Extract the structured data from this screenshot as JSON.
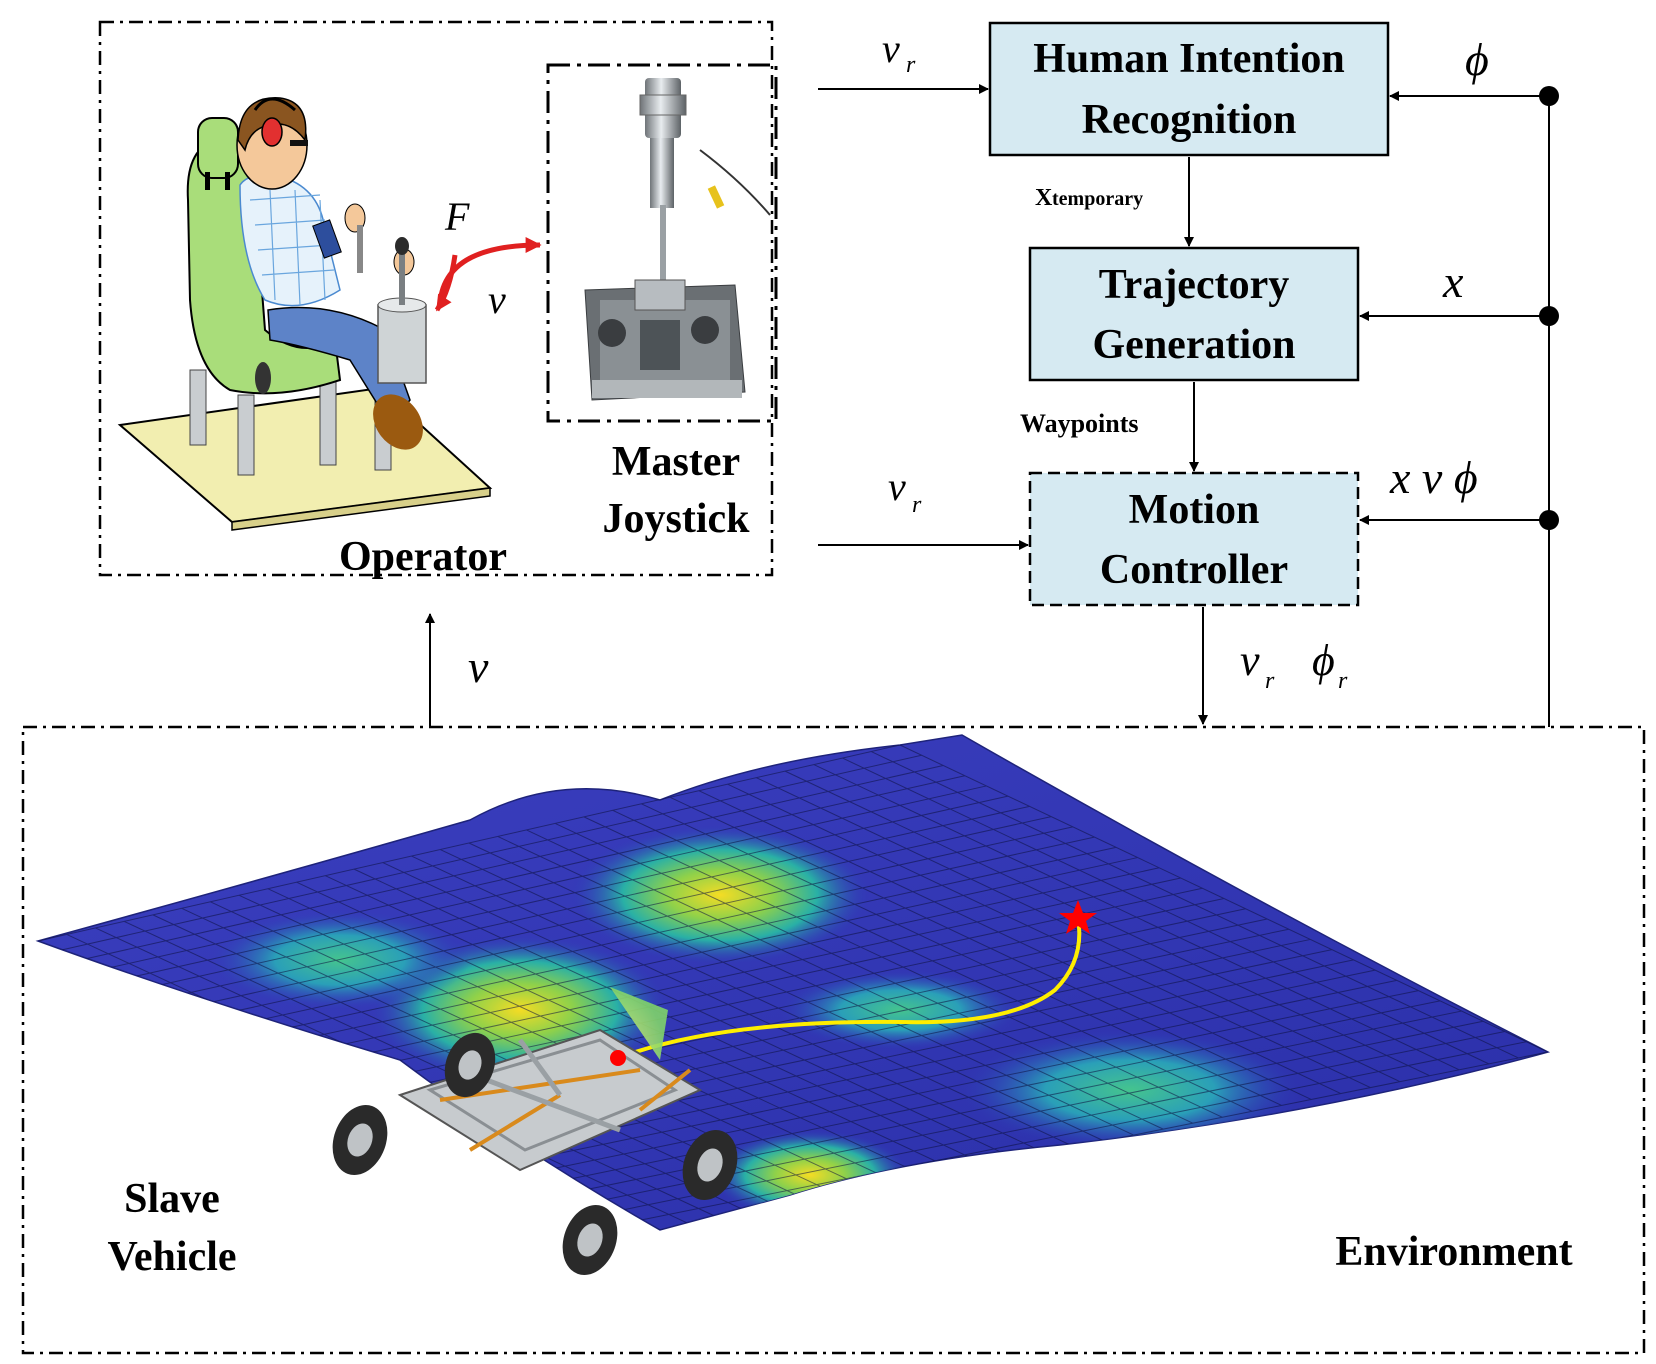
{
  "colors": {
    "block_fill": "#d6eaf2",
    "line": "#000000",
    "force_arrow": "#e02020",
    "terrain_low": "#2f36b5",
    "terrain_mid": "#2bb3a3",
    "terrain_high": "#f0d21e",
    "path": "#ffee00",
    "goal_star": "#ff0000"
  },
  "blocks": {
    "hir": {
      "line1": "Human Intention",
      "line2": "Recognition"
    },
    "traj": {
      "line1": "Trajectory",
      "line2": "Generation"
    },
    "motion": {
      "line1": "Motion",
      "line2": "Controller"
    }
  },
  "labels": {
    "operator": "Operator",
    "master_line1": "Master",
    "master_line2": "Joystick",
    "slave_line1": "Slave",
    "slave_line2": "Vehicle",
    "environment": "Environment",
    "x_temporary_main": "X",
    "x_temporary_sub": "temporary",
    "waypoints": "Waypoints"
  },
  "signals": {
    "vr_main": "v",
    "vr_sub": "r",
    "phi": "ϕ",
    "x": "x",
    "xvphi": "x v ϕ",
    "v": "v",
    "F": "F",
    "phir_main": "ϕ",
    "phir_sub": "r"
  },
  "icons": [
    "operator-illustration",
    "joystick-photo",
    "terrain-surface",
    "vehicle-illustration",
    "goal-star-icon",
    "sensor-cone-icon"
  ]
}
